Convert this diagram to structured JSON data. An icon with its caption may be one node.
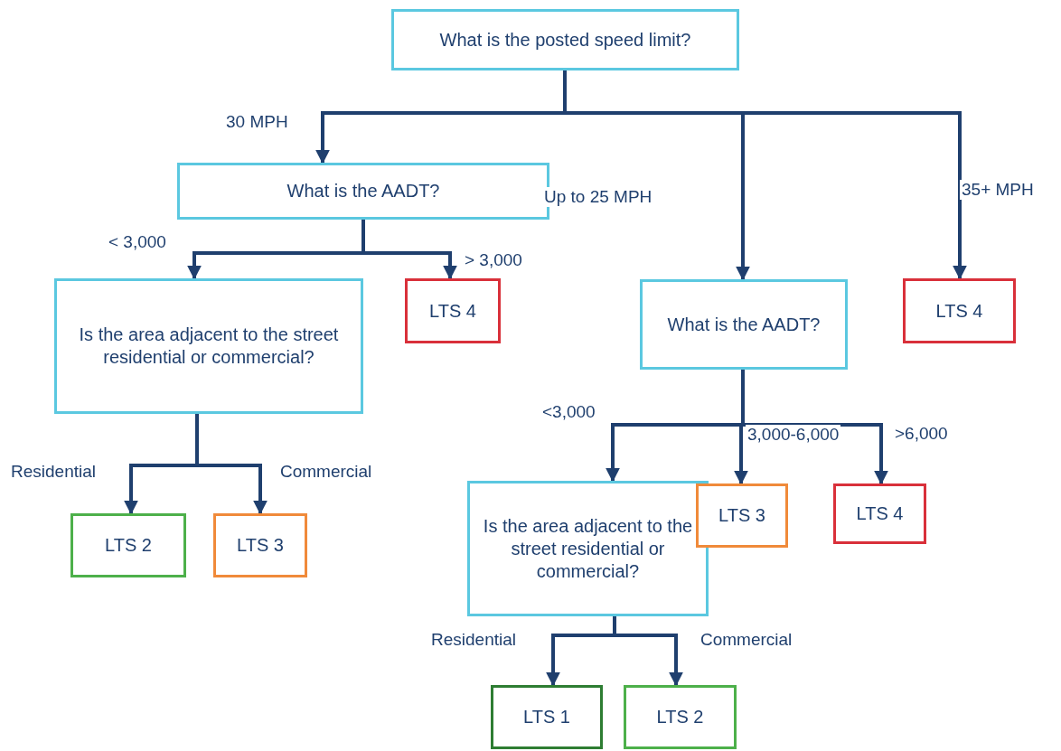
{
  "diagram": {
    "nodes": [
      {
        "text": [
          "What is the posted speed limit?"
        ]
      },
      {
        "text": [
          "What is the AADT?"
        ]
      },
      {
        "text": [
          "Is the area adjacent to the street residential or commercial?"
        ]
      },
      {
        "text": [
          "LTS 4"
        ]
      },
      {
        "text": [
          "What is the AADT?"
        ]
      },
      {
        "text": [
          "LTS 4"
        ]
      },
      {
        "text": [
          "Is the area adjacent to the street residential or commercial?"
        ]
      },
      {
        "text": [
          "LTS 3"
        ]
      },
      {
        "text": [
          "LTS 4"
        ]
      },
      {
        "text": [
          "LTS 2"
        ]
      },
      {
        "text": [
          "LTS 3"
        ]
      },
      {
        "text": [
          "LTS 1"
        ]
      },
      {
        "text": [
          "LTS 2"
        ]
      }
    ],
    "edges": [
      {
        "from": 0,
        "to": 1,
        "arrow": "to",
        "label": "30 MPH"
      },
      {
        "from": 0,
        "to": 4,
        "arrow": "to",
        "label": "Up to 25 MPH"
      },
      {
        "from": 0,
        "to": 5,
        "arrow": "to",
        "label": "35+ MPH"
      },
      {
        "from": 1,
        "to": 2,
        "arrow": "to",
        "label": "< 3,000"
      },
      {
        "from": 1,
        "to": 3,
        "arrow": "to",
        "label": "> 3,000"
      },
      {
        "from": 4,
        "to": 6,
        "arrow": "to",
        "label": "<3,000"
      },
      {
        "from": 4,
        "to": 7,
        "arrow": "to",
        "label": "3,000-6,000"
      },
      {
        "from": 4,
        "to": 8,
        "arrow": "to",
        "label": ">6,000"
      },
      {
        "from": 2,
        "to": 9,
        "arrow": "to",
        "label": "Residential"
      },
      {
        "from": 2,
        "to": 10,
        "arrow": "to",
        "label": "Commercial"
      },
      {
        "from": 6,
        "to": 11,
        "arrow": "to",
        "label": "Residential"
      },
      {
        "from": 6,
        "to": 12,
        "arrow": "to",
        "label": "Commercial"
      }
    ]
  }
}
